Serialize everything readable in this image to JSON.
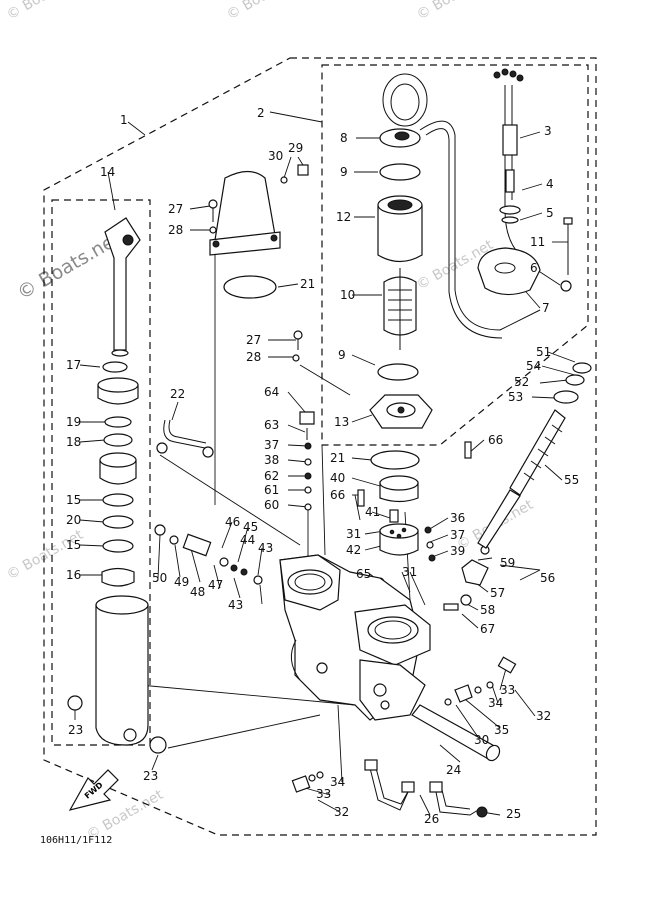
{
  "watermarks": [
    "© Boats.net",
    "© Boats.net",
    "© Boats.net",
    "© Boats.net",
    "© Boats.net",
    "© Boats.net",
    "© Boats.net",
    "© Boats.net"
  ],
  "diagram_code": "106H11/1F112",
  "fwd_label": "FWD",
  "callouts": {
    "c1": "1",
    "c2": "2",
    "c3": "3",
    "c4": "4",
    "c5": "5",
    "c6": "6",
    "c7": "7",
    "c8": "8",
    "c9a": "9",
    "c9b": "9",
    "c10": "10",
    "c11": "11",
    "c12": "12",
    "c13": "13",
    "c14": "14",
    "c15a": "15",
    "c15b": "15",
    "c16": "16",
    "c17": "17",
    "c18": "18",
    "c19": "19",
    "c20": "20",
    "c21a": "21",
    "c21b": "21",
    "c22": "22",
    "c23a": "23",
    "c23b": "23",
    "c24": "24",
    "c25": "25",
    "c26": "26",
    "c27a": "27",
    "c27b": "27",
    "c28a": "28",
    "c28b": "28",
    "c29": "29",
    "c30a": "30",
    "c30b": "30",
    "c31a": "31",
    "c31b": "31",
    "c32a": "32",
    "c32b": "32",
    "c33a": "33",
    "c33b": "33",
    "c34a": "34",
    "c34b": "34",
    "c35": "35",
    "c36": "36",
    "c37a": "37",
    "c37b": "37",
    "c38": "38",
    "c39": "39",
    "c40": "40",
    "c41": "41",
    "c42": "42",
    "c43a": "43",
    "c43b": "43",
    "c44": "44",
    "c45": "45",
    "c46": "46",
    "c47": "47",
    "c48": "48",
    "c49": "49",
    "c50": "50",
    "c51": "51",
    "c52": "52",
    "c53": "53",
    "c54": "54",
    "c55": "55",
    "c56": "56",
    "c57": "57",
    "c58": "58",
    "c59": "59",
    "c60": "60",
    "c61": "61",
    "c62": "62",
    "c63": "63",
    "c64": "64",
    "c65": "65",
    "c66a": "66",
    "c66b": "66",
    "c67": "67"
  }
}
